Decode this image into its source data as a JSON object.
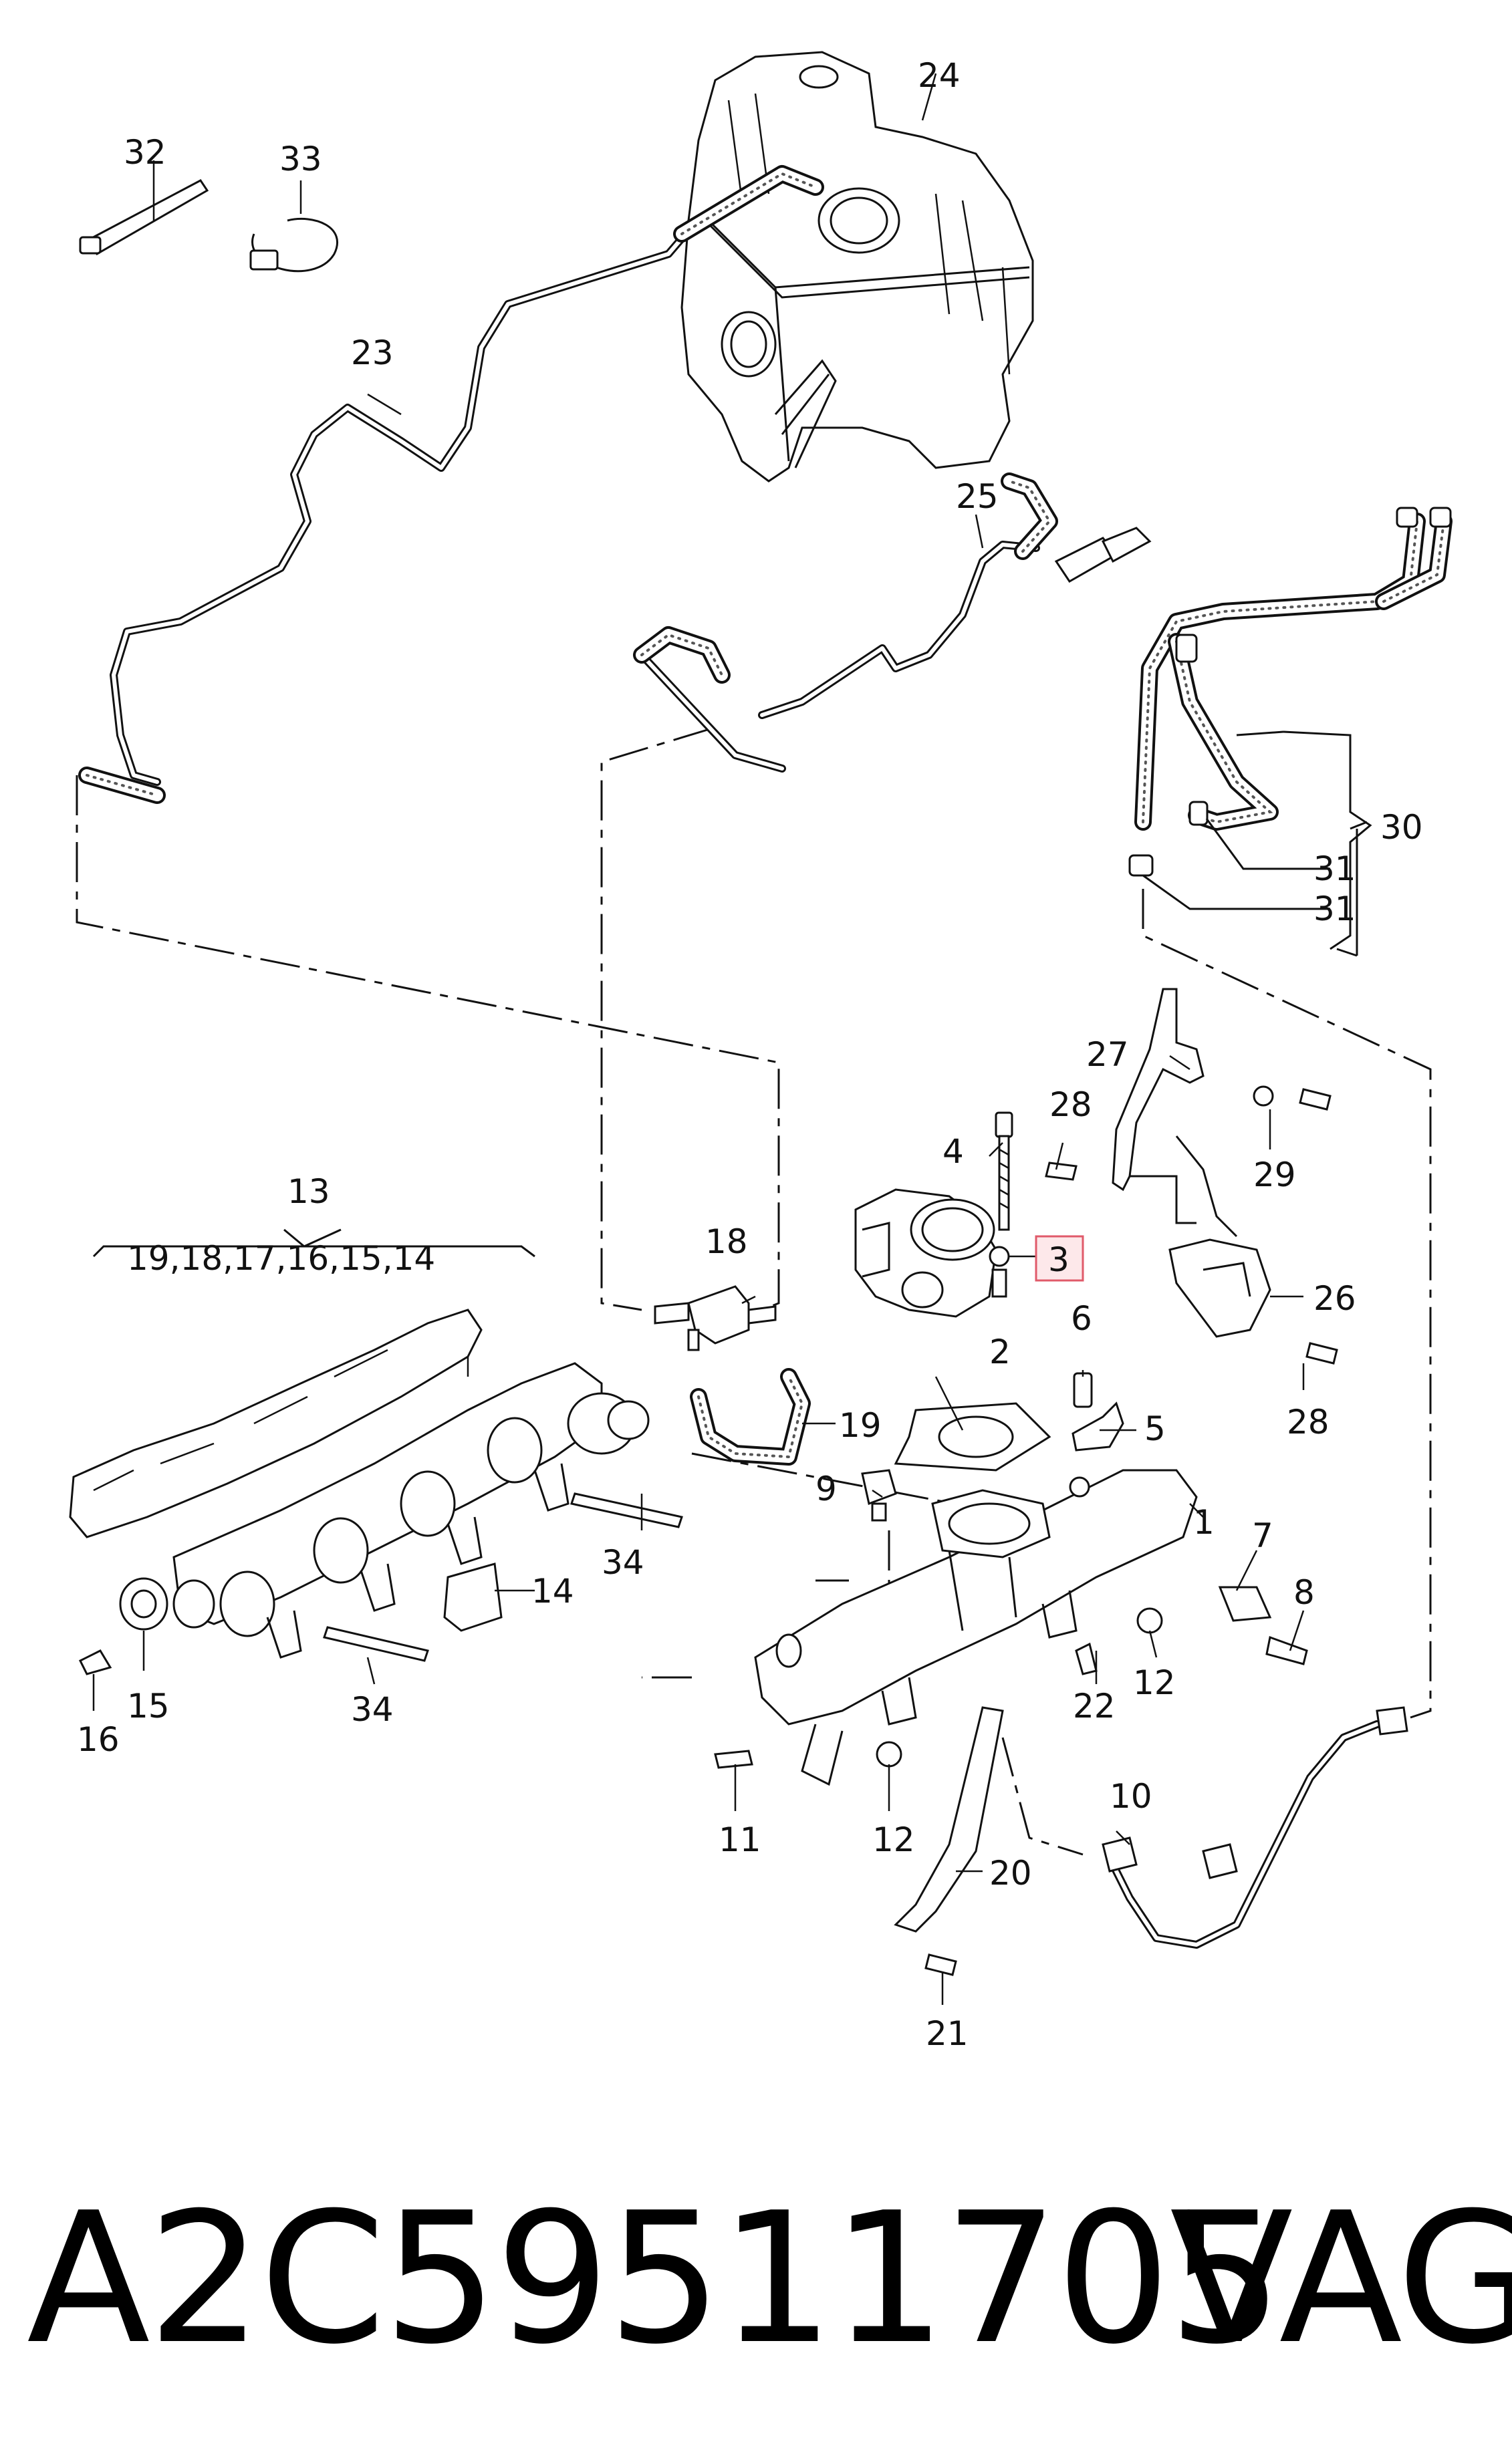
{
  "callouts": {
    "c1": "1",
    "c2": "2",
    "c3": "3",
    "c4": "4",
    "c5": "5",
    "c6": "6",
    "c7": "7",
    "c8": "8",
    "c9": "9",
    "c10": "10",
    "c11": "11",
    "c12a": "12",
    "c12b": "12",
    "c13": "13",
    "c13_sub": "19,18,17,16,15,14",
    "c14a": "14",
    "c15": "15",
    "c16": "16",
    "c18": "18",
    "c19": "19",
    "c20": "20",
    "c21": "21",
    "c22": "22",
    "c23": "23",
    "c24": "24",
    "c25": "25",
    "c26": "26",
    "c27": "27",
    "c28a": "28",
    "c28b": "28",
    "c29": "29",
    "c30": "30",
    "c31a": "31",
    "c31b": "31",
    "c32": "32",
    "c33": "33",
    "c34a": "34",
    "c34b": "34"
  },
  "highlight_color": "#e05a6a",
  "footer": {
    "part_number": "A2C59511705",
    "brand": "VAG"
  }
}
